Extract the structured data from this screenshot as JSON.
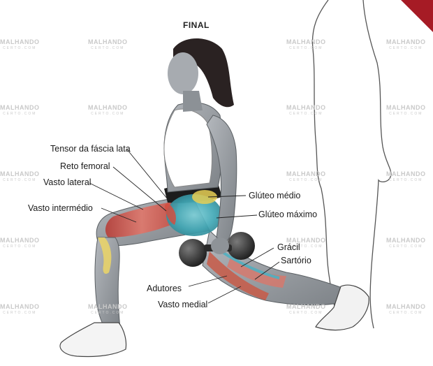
{
  "title": "FINAL",
  "labels": {
    "tensor": "Tensor da fáscia lata",
    "reto": "Reto femoral",
    "vasto_lateral": "Vasto lateral",
    "vasto_intermedio": "Vasto intermédio",
    "gluteo_medio": "Glúteo médio",
    "gluteo_maximo": "Glúteo máximo",
    "gracil": "Grácil",
    "sartorio": "Sartório",
    "adutores": "Adutores",
    "vasto_medial": "Vasto medial"
  },
  "watermark": {
    "main": "MALHANDO",
    "sub": "CERTO.COM"
  },
  "colors": {
    "skin": "#9a9ea3",
    "skin_dark": "#6e7378",
    "hair": "#2a2222",
    "top": "#ffffff",
    "shorts": "#1c1c1c",
    "muscle_red": "#d8574a",
    "muscle_blue": "#4aa7b8",
    "muscle_yellow": "#e6cf55",
    "weights": "#3a3a3a",
    "corner": "#a61b25"
  }
}
